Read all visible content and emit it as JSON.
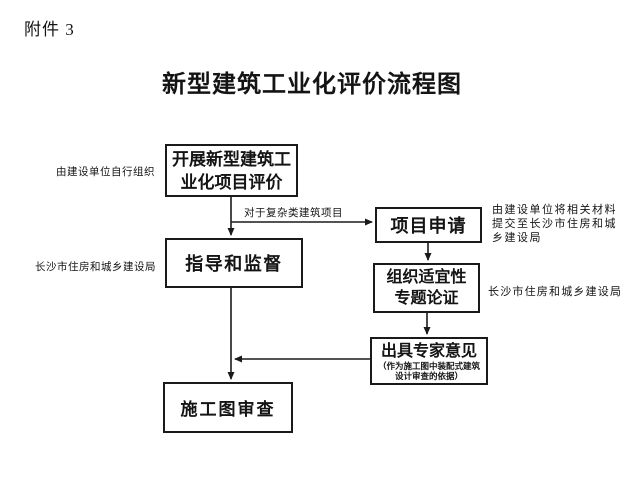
{
  "page": {
    "attachment_label": "附件 3",
    "title": "新型建筑工业化评价流程图",
    "background": "#ffffff",
    "line_color": "#1a1a1a",
    "text_color": "#141414"
  },
  "flowchart": {
    "nodes": {
      "evaluate": {
        "line1": "开展新型建筑工",
        "line2": "业化项目评价"
      },
      "apply": {
        "label": "项目申请"
      },
      "guide": {
        "label": "指导和监督"
      },
      "demonstrate": {
        "line1": "组织适宜性",
        "line2": "专题论证"
      },
      "opinion": {
        "label": "出具专家意见",
        "note_line1": "（作为施工图中装配式建筑",
        "note_line2": "设计审查的依据）"
      },
      "review": {
        "label": "施工图审查"
      }
    },
    "annotations": {
      "self_organize": "由建设单位自行组织",
      "bureau_left": "长沙市住房和城乡建设局",
      "complex_condition": "对于复杂类建筑项目",
      "submit_line1": "由建设单位将相关材料",
      "submit_line2": "提交至长沙市住房和城",
      "submit_line3": "乡建设局",
      "bureau_right": "长沙市住房和城乡建设局"
    }
  }
}
